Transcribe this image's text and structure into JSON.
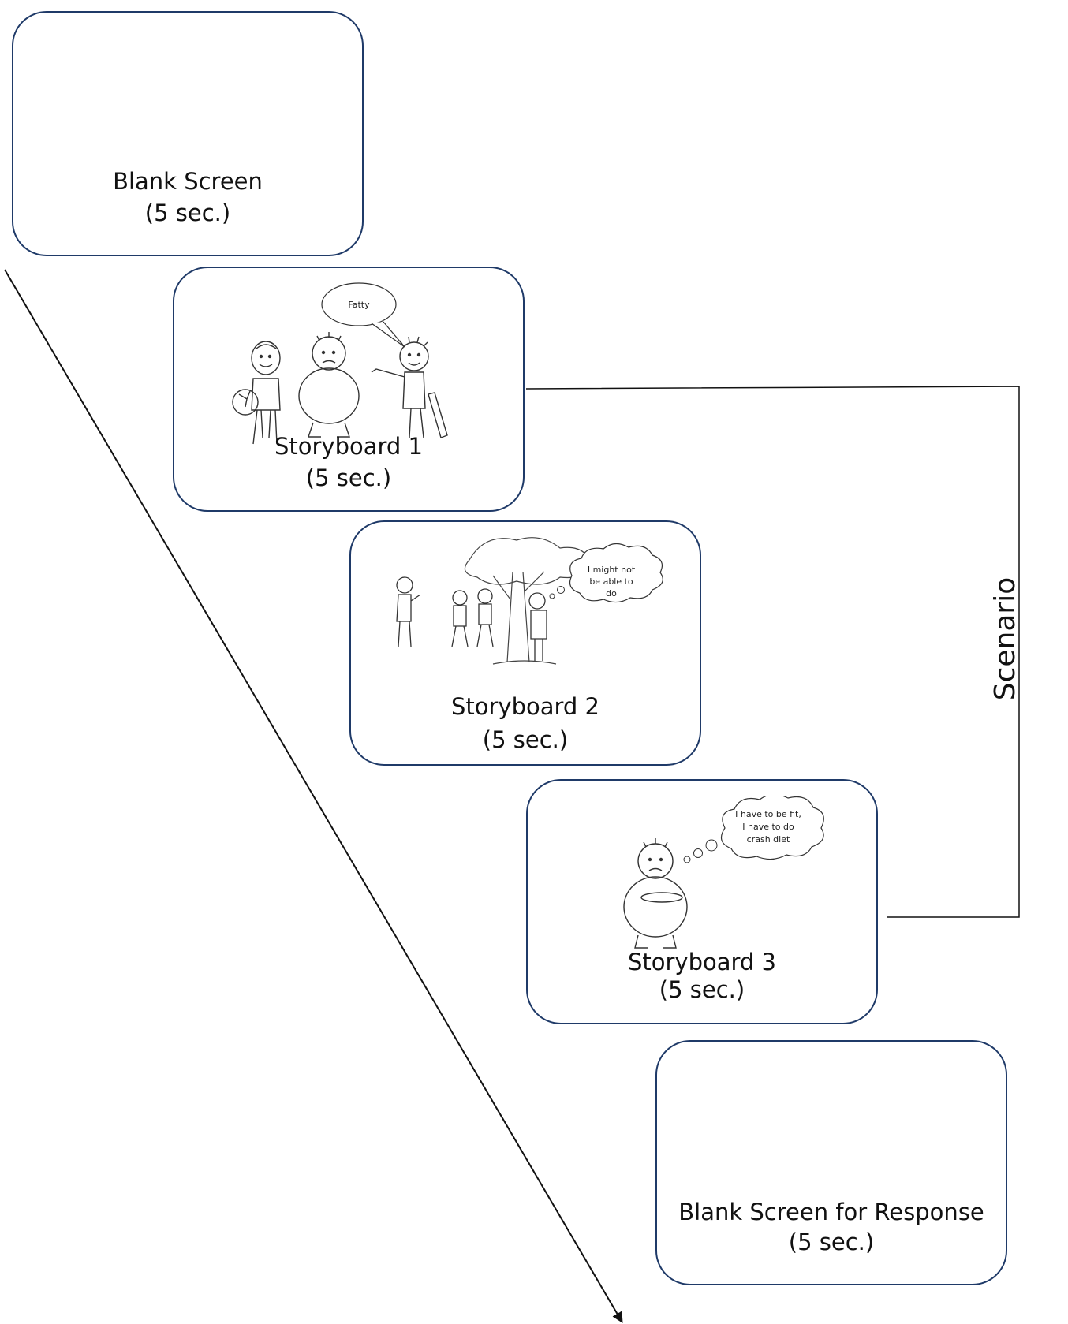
{
  "screens": [
    {
      "id": "blank-start",
      "title": "Blank Screen",
      "duration": "(5 sec.)"
    },
    {
      "id": "storyboard-1",
      "title": "Storyboard 1",
      "duration": "(5 sec.)",
      "bubble": "Fatty"
    },
    {
      "id": "storyboard-2",
      "title": "Storyboard 2",
      "duration": "(5 sec.)",
      "thought_lines": [
        "I might not",
        "be able to",
        "do"
      ]
    },
    {
      "id": "storyboard-3",
      "title": "Storyboard 3",
      "duration": "(5 sec.)",
      "thought_lines": [
        "I have to be fit,",
        "I have to do",
        "crash diet"
      ]
    },
    {
      "id": "blank-response",
      "title": "Blank Screen for Response",
      "duration": "(5 sec.)"
    }
  ],
  "bracket_label": "Scenario",
  "colors": {
    "card_border": "#1f3a68",
    "lines": "#111111"
  }
}
